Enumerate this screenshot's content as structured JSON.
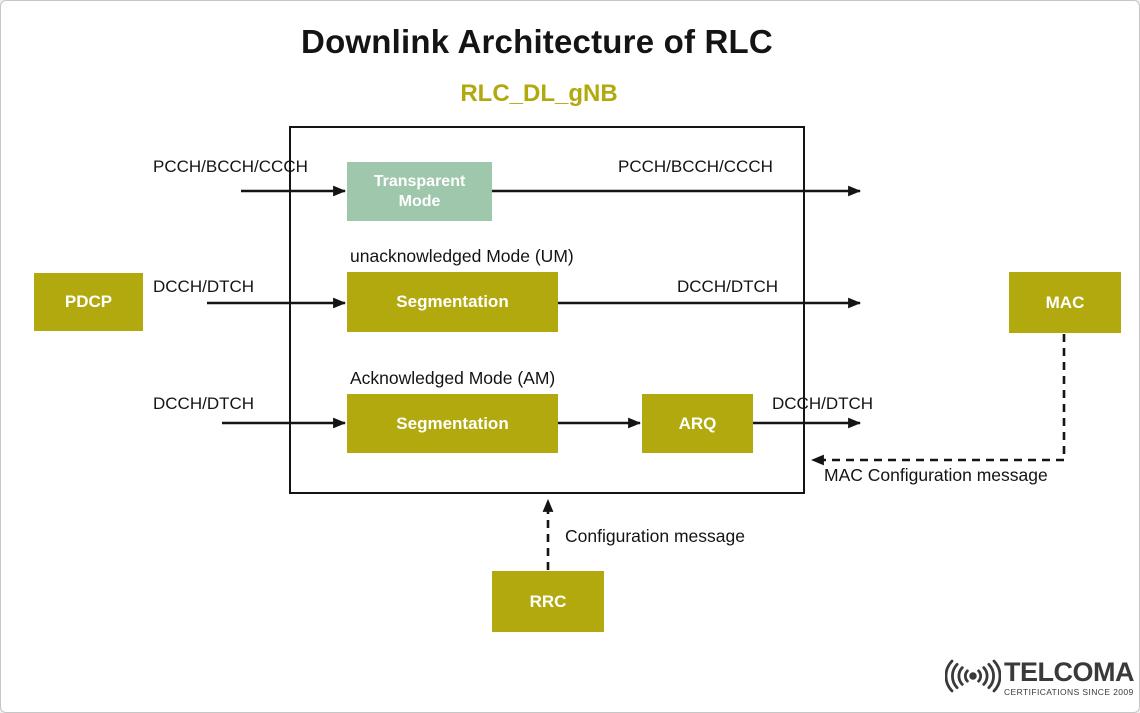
{
  "title": "Downlink Architecture of RLC",
  "subtitle": "RLC_DL_gNB",
  "colors": {
    "olive": "#b1a90e",
    "sage": "#9ec7ab",
    "ink": "#141414",
    "logo_gray": "#3a3a3a",
    "background": "#ffffff",
    "border": "#c6c6c6"
  },
  "boxes": {
    "pdcp": {
      "label": "PDCP"
    },
    "mac": {
      "label": "MAC"
    },
    "rrc": {
      "label": "RRC"
    },
    "transparent": {
      "label": "Transparent Mode"
    },
    "segmentation_um": {
      "label": "Segmentation"
    },
    "segmentation_am": {
      "label": "Segmentation"
    },
    "arq": {
      "label": "ARQ"
    }
  },
  "labels": {
    "row1_left": "PCCH/BCCH/CCCH",
    "row1_right": "PCCH/BCCH/CCCH",
    "um_mode": "unacknowledged Mode (UM)",
    "row2_left": "DCCH/DTCH",
    "row2_right": "DCCH/DTCH",
    "am_mode": "Acknowledged Mode (AM)",
    "row3_left": "DCCH/DTCH",
    "row3_right": "DCCH/DTCH",
    "config_message": "Configuration message",
    "mac_config_message": "MAC Configuration message"
  },
  "icons": {
    "logo_icon": "radio-waves-signal-icon"
  },
  "logo": {
    "brand": "TELCOMA",
    "tagline": "CERTIFICATIONS SINCE 2009"
  }
}
